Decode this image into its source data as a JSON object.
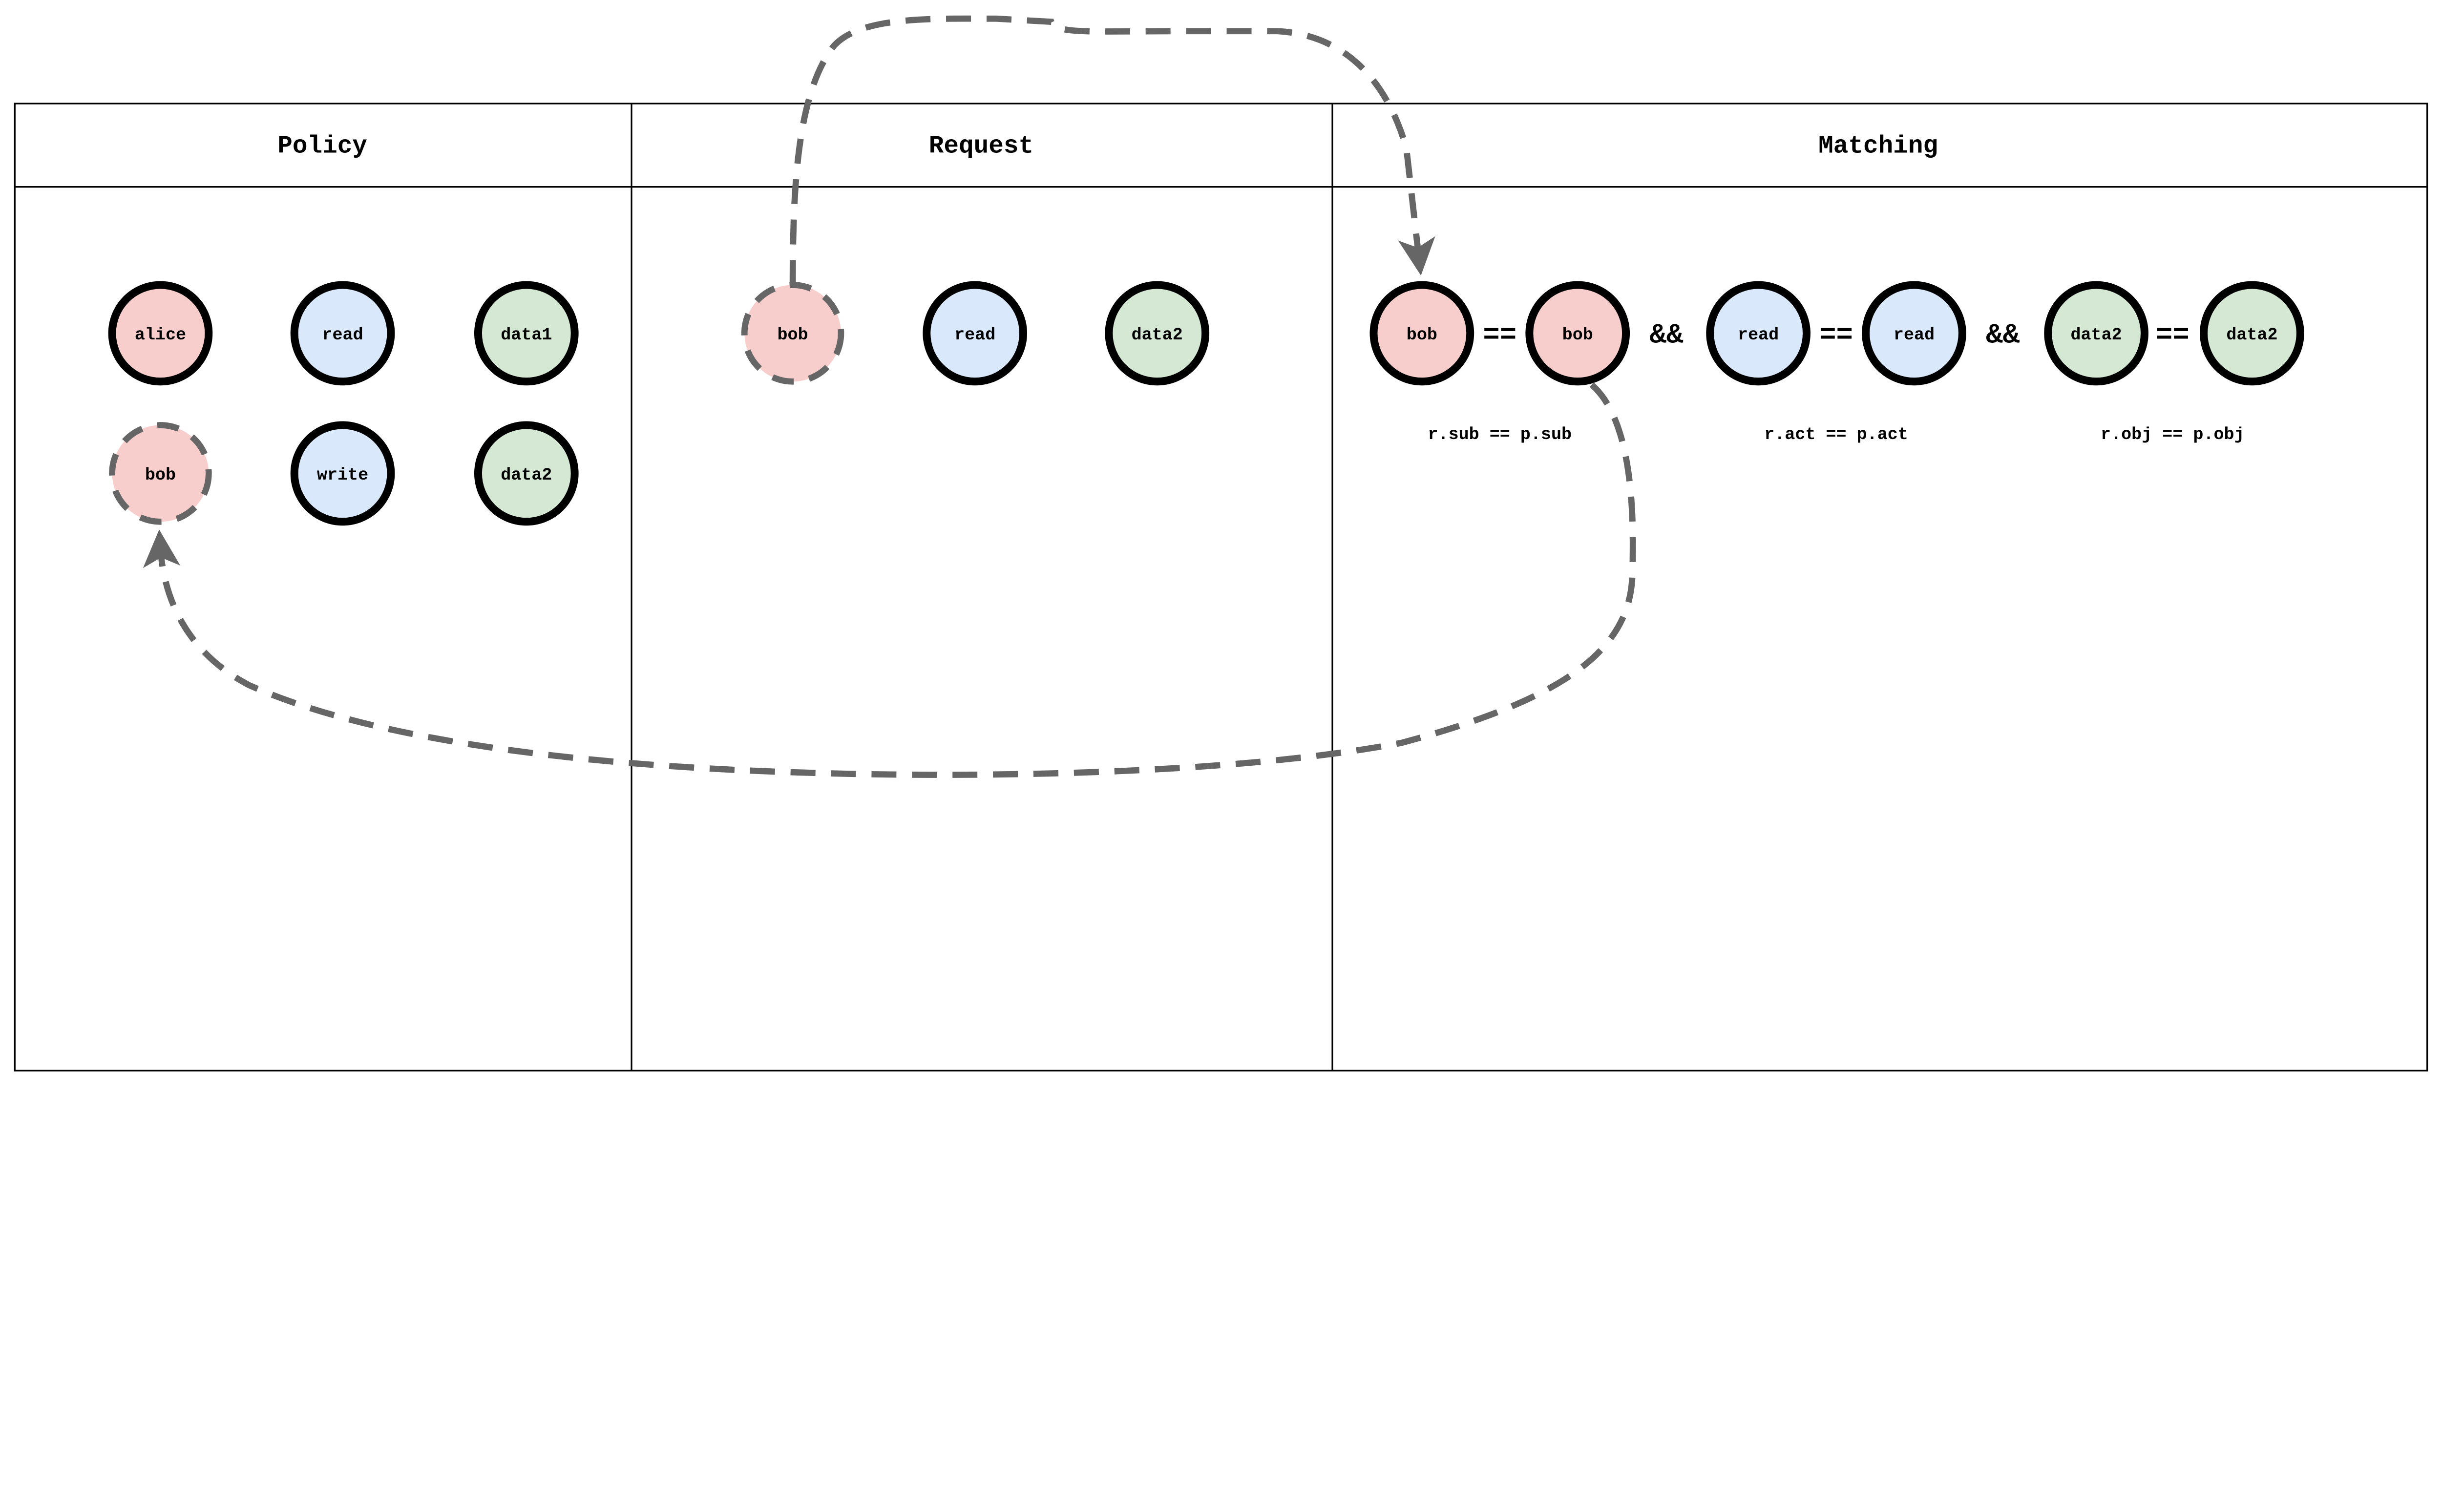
{
  "panels": {
    "policy": {
      "title": "Policy",
      "nodes": [
        {
          "label": "alice",
          "kind": "subject",
          "highlighted": false
        },
        {
          "label": "read",
          "kind": "action",
          "highlighted": false
        },
        {
          "label": "data1",
          "kind": "object",
          "highlighted": false
        },
        {
          "label": "bob",
          "kind": "subject",
          "highlighted": true
        },
        {
          "label": "write",
          "kind": "action",
          "highlighted": false
        },
        {
          "label": "data2",
          "kind": "object",
          "highlighted": false
        }
      ]
    },
    "request": {
      "title": "Request",
      "nodes": [
        {
          "label": "bob",
          "kind": "subject",
          "highlighted": true
        },
        {
          "label": "read",
          "kind": "action",
          "highlighted": false
        },
        {
          "label": "data2",
          "kind": "object",
          "highlighted": false
        }
      ]
    },
    "matching": {
      "title": "Matching",
      "nodes": [
        {
          "label": "bob",
          "kind": "subject"
        },
        {
          "label": "bob",
          "kind": "subject"
        },
        {
          "label": "read",
          "kind": "action"
        },
        {
          "label": "read",
          "kind": "action"
        },
        {
          "label": "data2",
          "kind": "object"
        },
        {
          "label": "data2",
          "kind": "object"
        }
      ],
      "operators": {
        "eq": "==",
        "and": "&&"
      },
      "expressions": [
        "r.sub == p.sub",
        "r.act == p.act",
        "r.obj == p.obj"
      ]
    }
  },
  "colors": {
    "subject": "#f8cecc",
    "action": "#dae8fc",
    "object": "#d5e8d4",
    "arrow": "#666666",
    "border": "#000000"
  }
}
